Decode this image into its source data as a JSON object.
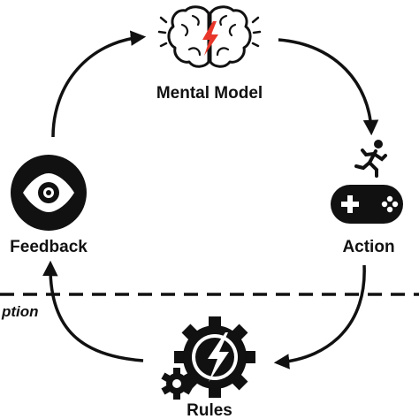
{
  "diagram": {
    "nodes": {
      "mental_model": {
        "label": "Mental Model",
        "icon": "brain-lightning-icon"
      },
      "action": {
        "label": "Action",
        "icon": "runner-gamepad-icon"
      },
      "rules": {
        "label": "Rules",
        "icon": "gears-lightning-icon"
      },
      "feedback": {
        "label": "Feedback",
        "icon": "eye-icon"
      }
    },
    "perception_line_label": "ption",
    "colors": {
      "ink": "#111111",
      "accent": "#e8372a",
      "background": "#ffffff"
    }
  }
}
